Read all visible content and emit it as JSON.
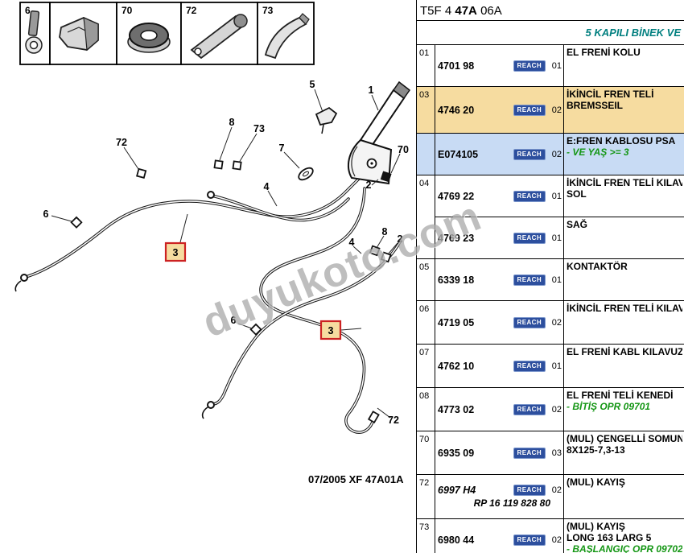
{
  "header": {
    "code_prefix": "T5F 4",
    "code_bold": "47A",
    "code_suffix": "06A",
    "subtitle": "5 KAPILI BİNEK VE"
  },
  "colors": {
    "highlight_orange": "#F6DCA0",
    "highlight_blue": "#C8DBF4",
    "reach_badge": "#2D4F9E",
    "note_green": "#149614",
    "subtitle_teal": "#007F7F",
    "callout_red": "#CC2222"
  },
  "diagram": {
    "watermark": "duyukoto.com",
    "footer_code": "07/2005  XF 47A01A",
    "thumbnails": [
      {
        "label": "6"
      },
      {
        "label": ""
      },
      {
        "label": "70"
      },
      {
        "label": "72"
      },
      {
        "label": "73"
      }
    ],
    "callouts": [
      {
        "label": "5"
      },
      {
        "label": "1"
      },
      {
        "label": "8"
      },
      {
        "label": "73"
      },
      {
        "label": "7"
      },
      {
        "label": "70"
      },
      {
        "label": "72"
      },
      {
        "label": "2"
      },
      {
        "label": "6"
      },
      {
        "label": "4"
      },
      {
        "label": "3"
      },
      {
        "label": "4"
      },
      {
        "label": "8"
      },
      {
        "label": "2"
      },
      {
        "label": "3"
      },
      {
        "label": "6"
      },
      {
        "label": "72"
      }
    ]
  },
  "table": {
    "rows": [
      {
        "index": "01",
        "highlight": "",
        "subrows": [
          {
            "part": "4701 98",
            "reach": "REACH",
            "qty": "01",
            "desc": [
              {
                "text": "EL FRENİ KOLU",
                "style": "main"
              }
            ]
          }
        ]
      },
      {
        "index": "03",
        "highlight": "orange",
        "subrows": [
          {
            "part": "4746 20",
            "reach": "REACH",
            "qty": "02",
            "desc": [
              {
                "text": "İKİNCİL FREN TELİ",
                "style": "main"
              },
              {
                "text": "BREMSSEIL",
                "style": "main"
              }
            ]
          }
        ]
      },
      {
        "index": "",
        "highlight": "blue",
        "subrows": [
          {
            "part": "E074105",
            "reach": "REACH",
            "qty": "02",
            "desc": [
              {
                "text": "E:FREN KABLOSU PSA",
                "style": "main"
              },
              {
                "text": "- VE YAŞ >= 3",
                "style": "green"
              }
            ]
          }
        ]
      },
      {
        "index": "04",
        "highlight": "",
        "subrows": [
          {
            "part": "4769 22",
            "reach": "REACH",
            "qty": "01",
            "desc": [
              {
                "text": "İKİNCİL FREN TELİ KILAV",
                "style": "main"
              },
              {
                "text": "SOL",
                "style": "main"
              }
            ]
          },
          {
            "part": "4769 23",
            "reach": "REACH",
            "qty": "01",
            "desc": [
              {
                "text": "SAĞ",
                "style": "main"
              }
            ]
          }
        ]
      },
      {
        "index": "05",
        "highlight": "",
        "subrows": [
          {
            "part": "6339 18",
            "reach": "REACH",
            "qty": "01",
            "desc": [
              {
                "text": "KONTAKTÖR",
                "style": "main"
              }
            ]
          }
        ]
      },
      {
        "index": "06",
        "highlight": "",
        "subrows": [
          {
            "part": "4719 05",
            "reach": "REACH",
            "qty": "02",
            "desc": [
              {
                "text": "İKİNCİL FREN TELİ KILAV",
                "style": "main"
              }
            ]
          }
        ]
      },
      {
        "index": "07",
        "highlight": "",
        "subrows": [
          {
            "part": "4762 10",
            "reach": "REACH",
            "qty": "01",
            "desc": [
              {
                "text": "EL FRENİ KABL KILAVUZ",
                "style": "main"
              }
            ]
          }
        ]
      },
      {
        "index": "08",
        "highlight": "",
        "subrows": [
          {
            "part": "4773 02",
            "reach": "REACH",
            "qty": "02",
            "desc": [
              {
                "text": "EL FRENİ TELİ KENEDİ",
                "style": "main"
              },
              {
                "text": "- BİTİŞ OPR 09701",
                "style": "green"
              }
            ]
          }
        ]
      },
      {
        "index": "70",
        "highlight": "",
        "subrows": [
          {
            "part": "6935 09",
            "reach": "REACH",
            "qty": "03",
            "desc": [
              {
                "text": "(MUL) ÇENGELLİ SOMUN",
                "style": "main"
              },
              {
                "text": "8X125-7,3-13",
                "style": "main"
              }
            ]
          }
        ]
      },
      {
        "index": "72",
        "highlight": "",
        "subrows": [
          {
            "part": "6997 H4",
            "part_italic": true,
            "reach": "REACH",
            "qty": "02",
            "note": "RP 16 119 828 80",
            "desc": [
              {
                "text": "(MUL) KAYIŞ",
                "style": "main"
              }
            ]
          }
        ]
      },
      {
        "index": "73",
        "highlight": "",
        "subrows": [
          {
            "part": "6980 44",
            "reach": "REACH",
            "qty": "02",
            "desc": [
              {
                "text": "(MUL) KAYIŞ",
                "style": "main"
              },
              {
                "text": "LONG 163 LARG 5",
                "style": "main"
              },
              {
                "text": "- BAŞLANGIÇ OPR 09702",
                "style": "green"
              }
            ]
          }
        ]
      }
    ]
  }
}
